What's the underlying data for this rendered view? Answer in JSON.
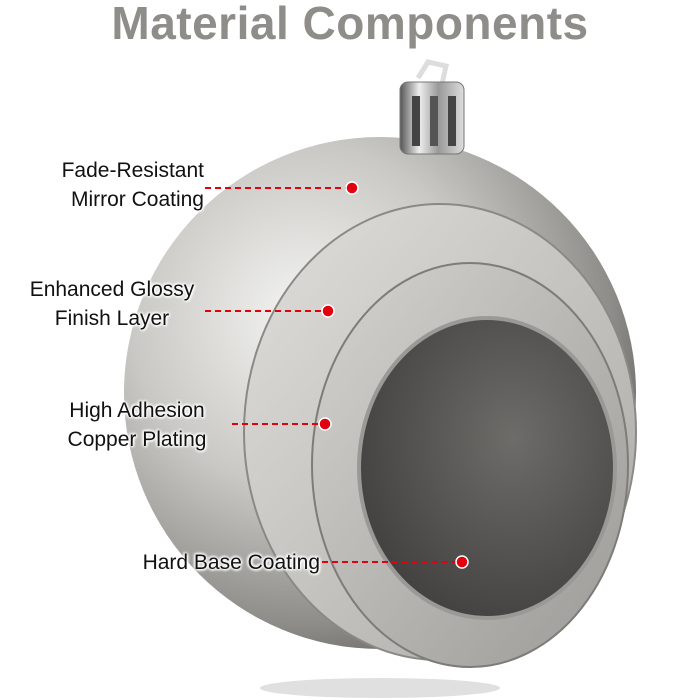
{
  "title": "Material Components",
  "labels": [
    {
      "line1": "Fade-Resistant",
      "line2": "Mirror Coating"
    },
    {
      "line1": "Enhanced Glossy",
      "line2": "Finish Layer"
    },
    {
      "line1": "High Adhesion",
      "line2": "Copper Plating"
    },
    {
      "line1": "Hard Base Coating"
    }
  ],
  "colors": {
    "title": "#8f8d8a",
    "marker": "#e3000f"
  }
}
